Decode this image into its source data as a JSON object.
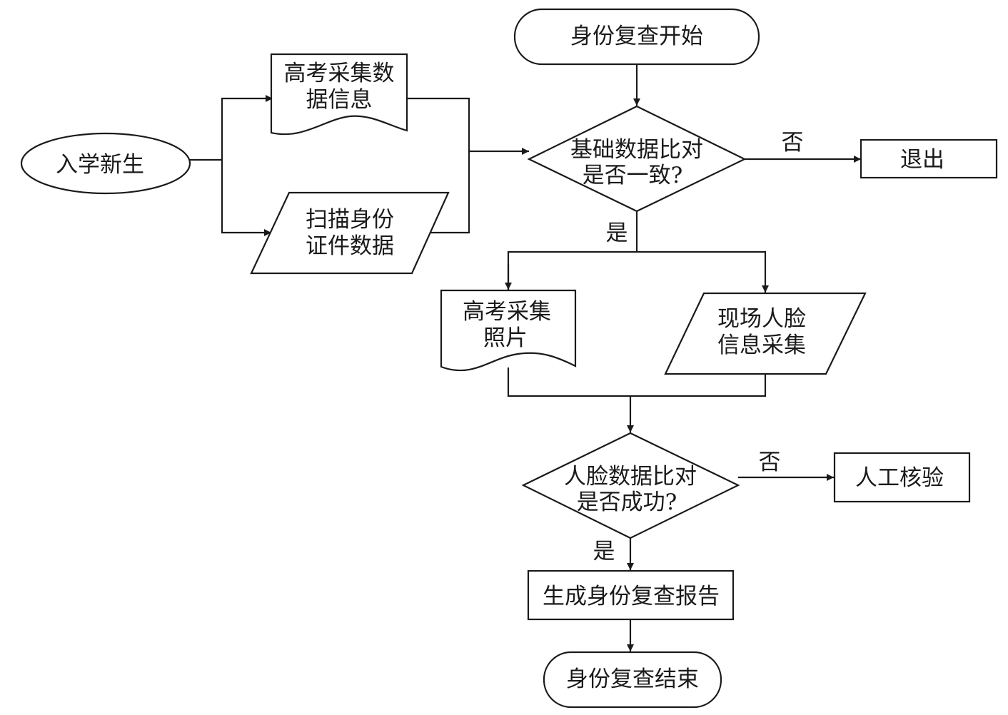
{
  "nodes": {
    "start": {
      "label": "身份复查开始"
    },
    "new_students": {
      "label": "入学新生"
    },
    "gaokao_data": {
      "line1": "高考采集数",
      "line2": "据信息"
    },
    "scan_id": {
      "line1": "扫描身份",
      "line2": "证件数据"
    },
    "basic_compare": {
      "line1": "基础数据比对",
      "line2": "是否一致?"
    },
    "exit": {
      "label": "退出"
    },
    "gaokao_photo": {
      "line1": "高考采集",
      "line2": "照片"
    },
    "live_face": {
      "line1": "现场人脸",
      "line2": "信息采集"
    },
    "face_compare": {
      "line1": "人脸数据比对",
      "line2": "是否成功?"
    },
    "manual_check": {
      "label": "人工核验"
    },
    "report": {
      "label": "生成身份复查报告"
    },
    "end": {
      "label": "身份复查结束"
    }
  },
  "edge_labels": {
    "basic_no": "否",
    "basic_yes": "是",
    "face_no": "否",
    "face_yes": "是"
  }
}
